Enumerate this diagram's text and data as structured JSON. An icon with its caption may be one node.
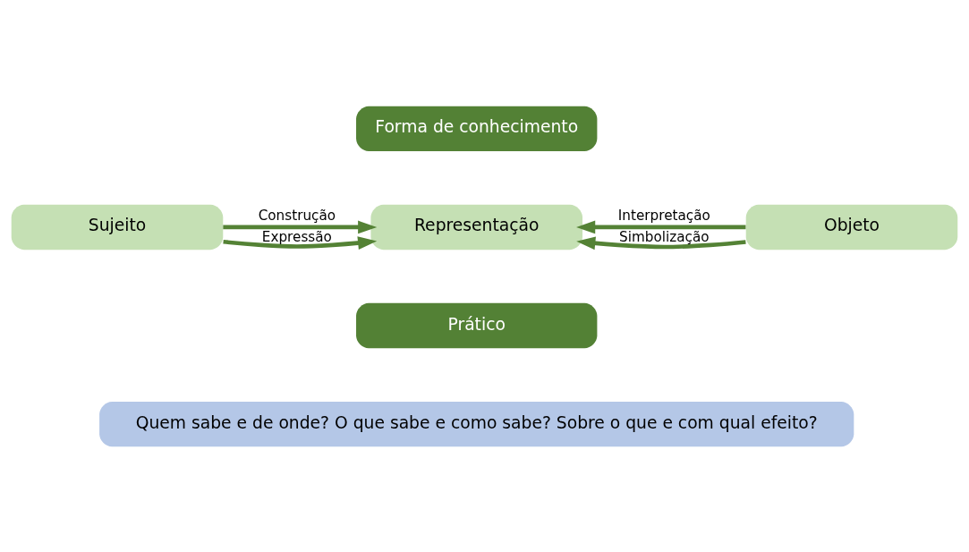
{
  "diagram": {
    "nodes": [
      {
        "text": [
          "Forma de conhecimento"
        ]
      },
      {
        "text": [
          "Sujeito"
        ]
      },
      {
        "text": [
          "Representação"
        ]
      },
      {
        "text": [
          "Objeto"
        ]
      },
      {
        "text": [
          "Prático"
        ]
      },
      {
        "text": [
          "Quem sabe e de onde? O que sabe e como sabe? Sobre o que e com qual efeito?"
        ]
      }
    ],
    "edges": [
      {
        "from": 1,
        "to": 2,
        "arrow": "to",
        "label": "Construção"
      },
      {
        "from": 3,
        "to": 2,
        "arrow": "to",
        "label": "Interpretação"
      },
      {
        "from": 1,
        "to": 2,
        "arrow": "to",
        "label": "Expressão"
      },
      {
        "from": 3,
        "to": 2,
        "arrow": "to",
        "label": "Simbolização"
      }
    ]
  }
}
